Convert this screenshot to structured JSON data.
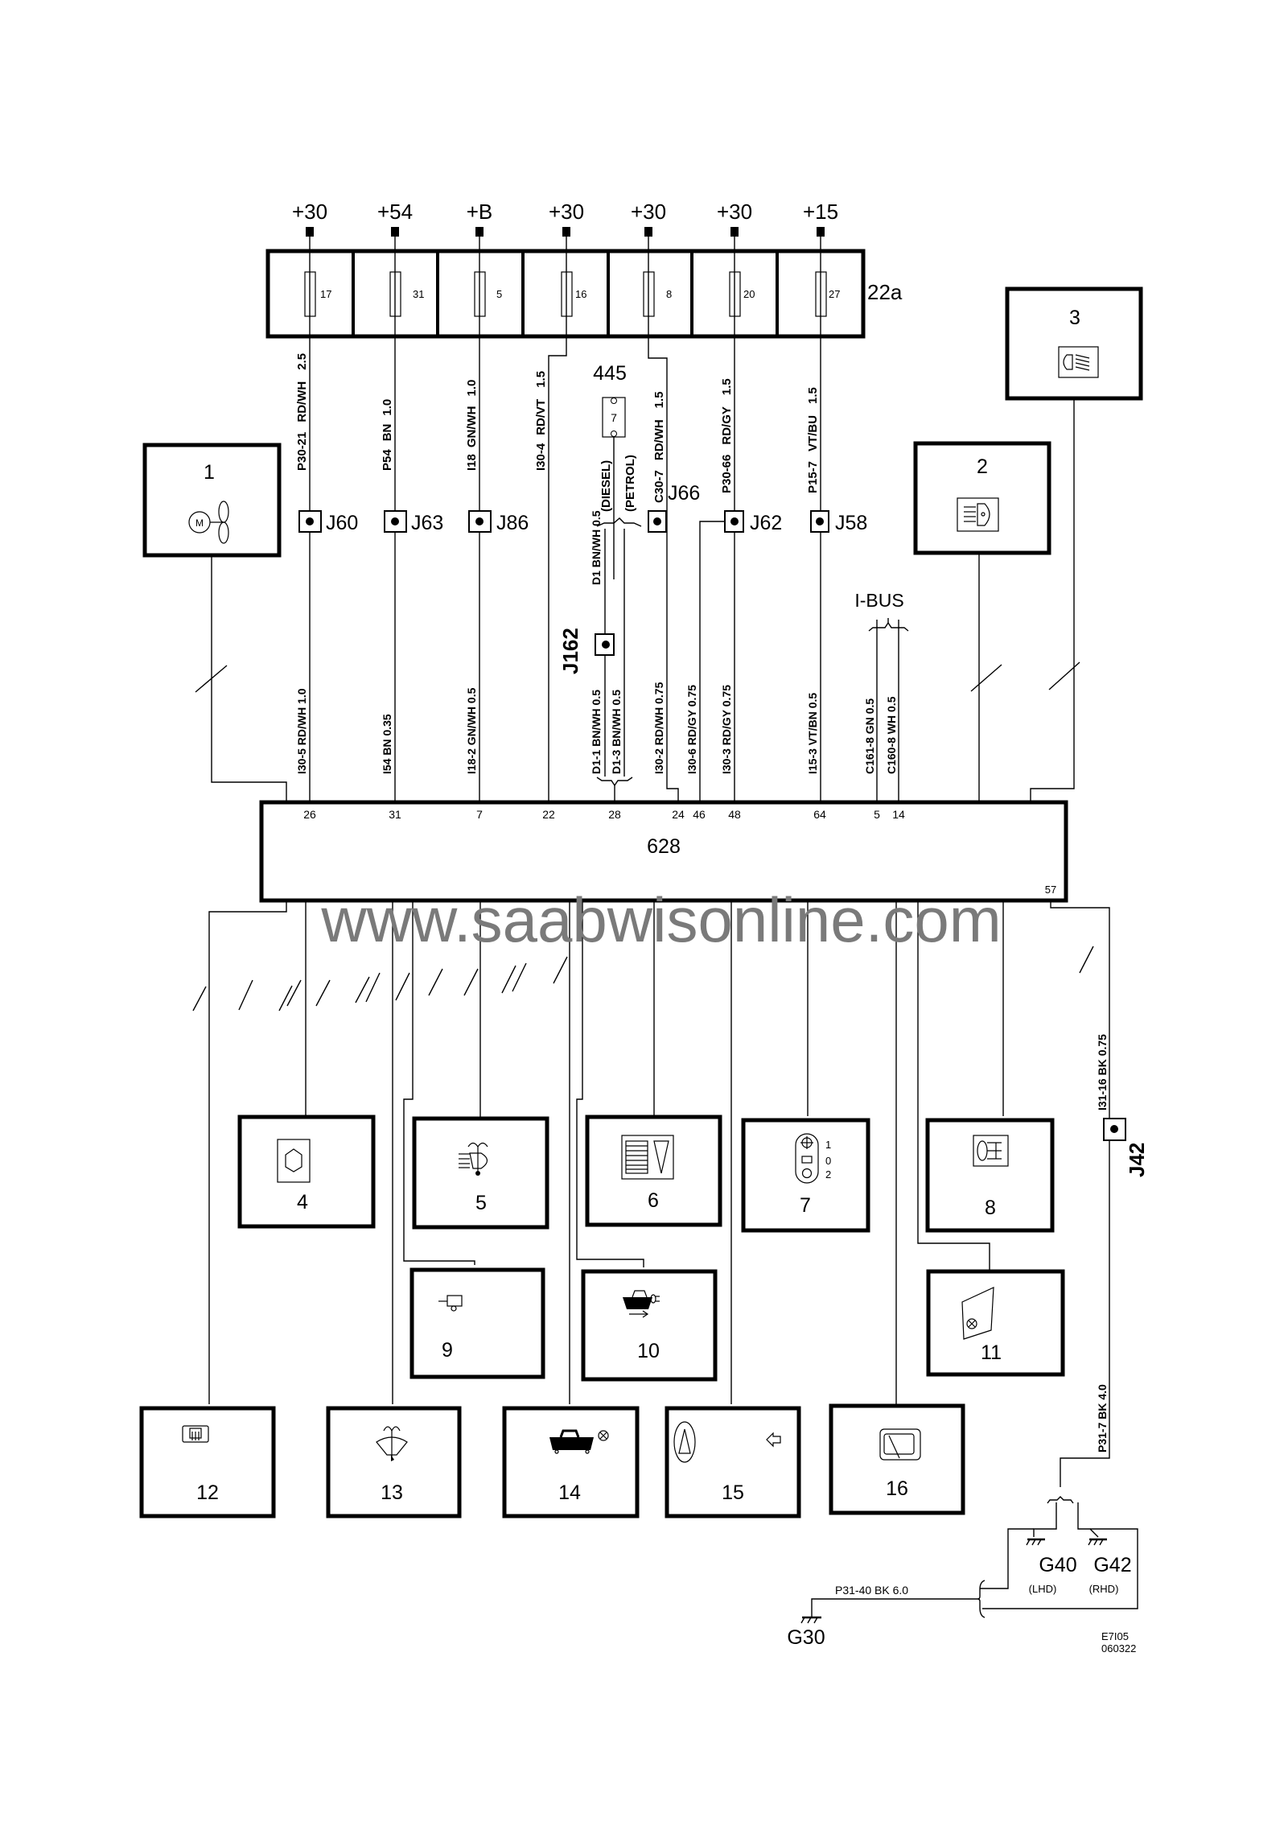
{
  "fuse_block": {
    "label": "22a",
    "fuses": [
      {
        "supply": "+30",
        "number": "17"
      },
      {
        "supply": "+54",
        "number": "31"
      },
      {
        "supply": "+B",
        "number": "5"
      },
      {
        "supply": "+30",
        "number": "16"
      },
      {
        "supply": "+30",
        "number": "8"
      },
      {
        "supply": "+30",
        "number": "20"
      },
      {
        "supply": "+15",
        "number": "27"
      }
    ]
  },
  "upper_wires": [
    {
      "code": "P30-21",
      "color": "RD/WH",
      "size": "2.5",
      "splice": "J60"
    },
    {
      "code": "P54",
      "color": "BN",
      "size": "1.0",
      "splice": "J63"
    },
    {
      "code": "I18",
      "color": "GN/WH",
      "size": "1.0",
      "splice": "J86"
    },
    {
      "code": "I30-4",
      "color": "RD/VT",
      "size": "1.5",
      "splice": ""
    },
    {
      "code": "C30-7",
      "color": "RD/WH",
      "size": "1.5",
      "splice": "J66"
    },
    {
      "code": "P30-66",
      "color": "RD/GY",
      "size": "1.5",
      "splice": "J62"
    },
    {
      "code": "P15-7",
      "color": "VT/BU",
      "size": "1.5",
      "splice": "J58"
    }
  ],
  "component_445": {
    "label": "445",
    "pin": "7",
    "diesel": "(DIESEL)",
    "petrol": "(PETROL)",
    "wire": "D1  BN/WH  0.5",
    "splice": "J162"
  },
  "lower_wires": [
    {
      "text": "I30-5   RD/WH   1.0",
      "pin": "26"
    },
    {
      "text": "I54   BN   0.35",
      "pin": "31"
    },
    {
      "text": "I18-2   GN/WH   0.5",
      "pin": "7"
    },
    {
      "text": "",
      "pin": "22"
    },
    {
      "text": "D1-1  BN/WH 0.5",
      "pin": ""
    },
    {
      "text": "D1-3  BN/WH  0.5",
      "pin": "28"
    },
    {
      "text": "I30-2   RD/WH   0.75",
      "pin": "24"
    },
    {
      "text": "I30-6   RD/GY   0.75",
      "pin": "46"
    },
    {
      "text": "I30-3   RD/GY   0.75",
      "pin": "48"
    },
    {
      "text": "I15-3   VT/BN   0.5",
      "pin": "64"
    },
    {
      "text": "C161-8   GN 0.5",
      "pin": "5"
    },
    {
      "text": "C160-8   WH 0.5",
      "pin": "14"
    }
  ],
  "bus_label": "I-BUS",
  "control_module": {
    "label": "628",
    "pin_57": "57"
  },
  "components": [
    {
      "id": "1",
      "icon": "fan-motor-icon"
    },
    {
      "id": "2",
      "icon": "headlamp-icon"
    },
    {
      "id": "3",
      "icon": "fog-lamp-icon"
    },
    {
      "id": "4",
      "icon": "climate-icon"
    },
    {
      "id": "5",
      "icon": "headlamp-washer-icon"
    },
    {
      "id": "6",
      "icon": "display-icon"
    },
    {
      "id": "7",
      "icon": "light-switch-icon"
    },
    {
      "id": "8",
      "icon": "rear-fog-icon"
    },
    {
      "id": "9",
      "icon": "sensor-icon"
    },
    {
      "id": "10",
      "icon": "trunk-release-icon"
    },
    {
      "id": "11",
      "icon": "courtesy-lamp-icon"
    },
    {
      "id": "12",
      "icon": "rear-defrost-icon"
    },
    {
      "id": "13",
      "icon": "windscreen-washer-icon"
    },
    {
      "id": "14",
      "icon": "trunk-lamp-icon"
    },
    {
      "id": "15",
      "icon": "hazard-icon"
    },
    {
      "id": "16",
      "icon": "mirror-icon"
    }
  ],
  "switch_positions": [
    "1",
    "0",
    "2"
  ],
  "ground": {
    "wire_top": "I31-16 BK  0.75",
    "splice": "J42",
    "wire_bottom": "P31-7  BK   4.0",
    "g40": "G40",
    "g40_note": "(LHD)",
    "g42": "G42",
    "g42_note": "(RHD)",
    "wire_g30": "P31-40     BK     6.0",
    "g30": "G30"
  },
  "watermark": "www.saabwisonline.com",
  "diagram_ref": {
    "code": "E7I05",
    "date": "060322"
  }
}
